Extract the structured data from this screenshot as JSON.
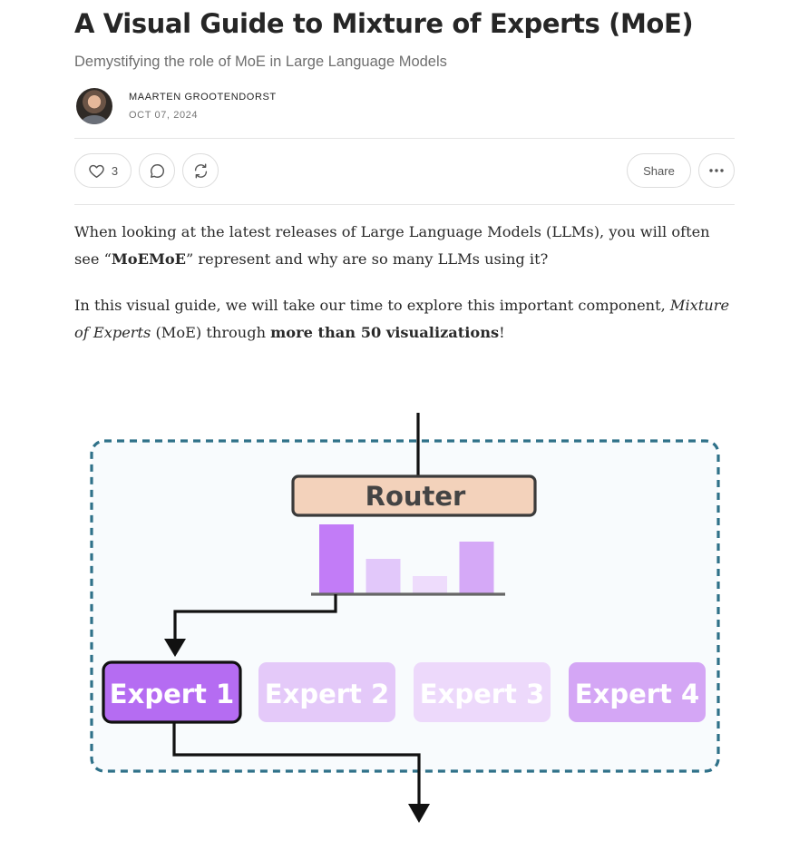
{
  "article": {
    "title": "A Visual Guide to Mixture of Experts (MoE)",
    "subtitle": "Demystifying the role of MoE in Large Language Models",
    "author": "MAARTEN GROOTENDORST",
    "date": "OCT 07, 2024"
  },
  "actions": {
    "like_count": "3",
    "share_label": "Share"
  },
  "body": {
    "p1_text": "When looking at the latest releases of Large Language Models (LLMs), you will often see “",
    "p1_bold": "MoEMoE",
    "p1_tail": "” represent and why are so many LLMs using it?",
    "p2_text": "In this visual guide, we will take our time to explore this important component, ",
    "p2_italic": "Mixture of Experts",
    "p2_mid": " (MoE) through ",
    "p2_bold": "more than 50 visualizations",
    "p2_tail": "!"
  },
  "figure": {
    "router_label": "Router",
    "router_probabilities": [
      1.0,
      0.5,
      0.25,
      0.75
    ],
    "experts": [
      {
        "label": "Expert 1",
        "selected": true,
        "color": "#b56cf2"
      },
      {
        "label": "Expert 2",
        "selected": false,
        "color": "#e4c9f9"
      },
      {
        "label": "Expert 3",
        "selected": false,
        "color": "#edd9fb"
      },
      {
        "label": "Expert 4",
        "selected": false,
        "color": "#d4a6f5"
      }
    ],
    "colors": {
      "router_fill": "#f3d2bb",
      "container_border": "#2f7189",
      "container_fill": "#f8fbfd",
      "bar_colors": [
        "#c27cf7",
        "#e2c8fa",
        "#eedcfc",
        "#d5a9f7"
      ]
    }
  }
}
